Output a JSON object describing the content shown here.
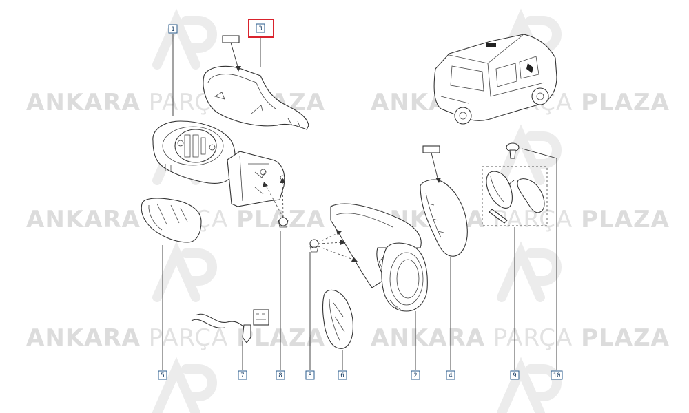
{
  "watermark": {
    "brand_bold_1": "ANKARA",
    "brand_light": "PARÇA",
    "brand_bold_2": "PLAZA",
    "logo_letters": "AP"
  },
  "callouts": [
    {
      "id": "1",
      "label": "1",
      "highlighted": false
    },
    {
      "id": "3",
      "label": "3",
      "highlighted": true
    },
    {
      "id": "5",
      "label": "5",
      "highlighted": false
    },
    {
      "id": "7",
      "label": "7",
      "highlighted": false
    },
    {
      "id": "8a",
      "label": "8",
      "highlighted": false
    },
    {
      "id": "8b",
      "label": "8",
      "highlighted": false
    },
    {
      "id": "6",
      "label": "6",
      "highlighted": false
    },
    {
      "id": "2",
      "label": "2",
      "highlighted": false
    },
    {
      "id": "4",
      "label": "4",
      "highlighted": false
    },
    {
      "id": "9",
      "label": "9",
      "highlighted": false
    },
    {
      "id": "10",
      "label": "10",
      "highlighted": false
    }
  ],
  "colors": {
    "highlight": "#d9232d",
    "callout_border": "#2a5b8c",
    "line": "#333333",
    "watermark": "#dcdcdc"
  }
}
